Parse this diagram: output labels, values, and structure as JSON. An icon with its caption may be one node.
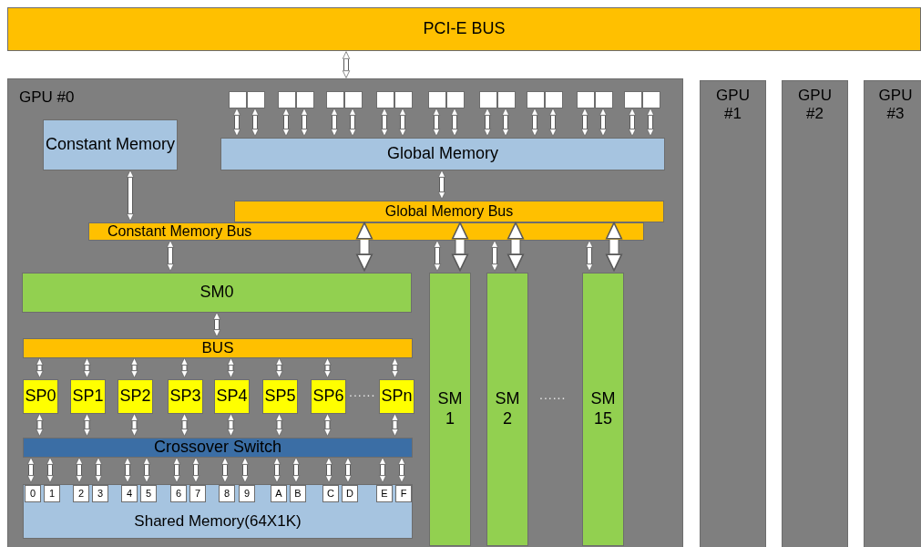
{
  "diagram": {
    "nodes": [
      {
        "text": [
          "PCI-E BUS"
        ]
      },
      {
        "text": [
          "GPU #0"
        ]
      },
      {
        "text": [
          "Constant Memory"
        ],
        "in": 1
      },
      {
        "text": [],
        "shape": "box",
        "in": 1
      },
      {
        "text": [],
        "shape": "box",
        "in": 1
      },
      {
        "text": [],
        "shape": "box",
        "in": 1
      },
      {
        "text": [],
        "shape": "box",
        "in": 1
      },
      {
        "text": [],
        "shape": "box",
        "in": 1
      },
      {
        "text": [],
        "shape": "box",
        "in": 1
      },
      {
        "text": [],
        "shape": "box",
        "in": 1
      },
      {
        "text": [],
        "shape": "box",
        "in": 1
      },
      {
        "text": [],
        "shape": "box",
        "in": 1
      },
      {
        "text": [],
        "shape": "box",
        "in": 1
      },
      {
        "text": [],
        "shape": "box",
        "in": 1
      },
      {
        "text": [],
        "shape": "box",
        "in": 1
      },
      {
        "text": [],
        "shape": "box",
        "in": 1
      },
      {
        "text": [],
        "shape": "box",
        "in": 1
      },
      {
        "text": [],
        "shape": "box",
        "in": 1
      },
      {
        "text": [],
        "shape": "box",
        "in": 1
      },
      {
        "text": [],
        "shape": "box",
        "in": 1
      },
      {
        "text": [],
        "shape": "box",
        "in": 1
      },
      {
        "text": [
          "Global Memory"
        ],
        "in": 1
      },
      {
        "text": [
          "Global Memory Bus"
        ],
        "in": 1
      },
      {
        "text": [
          "Constant Memory Bus"
        ],
        "in": 1
      },
      {
        "text": [
          "SM0"
        ],
        "in": 1
      },
      {
        "text": [
          "BUS"
        ],
        "in": 1
      },
      {
        "text": [
          "SP0"
        ],
        "in": 1
      },
      {
        "text": [
          "SP1"
        ],
        "in": 1
      },
      {
        "text": [
          "SP2"
        ],
        "in": 1
      },
      {
        "text": [
          "SP3"
        ],
        "in": 1
      },
      {
        "text": [
          "SP4"
        ],
        "in": 1
      },
      {
        "text": [
          "SP5"
        ],
        "in": 1
      },
      {
        "text": [
          "SP6"
        ],
        "in": 1
      },
      {
        "text": [
          "SPn"
        ],
        "in": 1
      },
      {
        "text": [
          "Crossover Switch"
        ],
        "in": 1
      },
      {
        "text": [
          "Shared Memory(64X1K)"
        ],
        "in": 1
      },
      {
        "text": [
          "0"
        ],
        "in": 35
      },
      {
        "text": [
          "1"
        ],
        "in": 35
      },
      {
        "text": [
          "2"
        ],
        "in": 35
      },
      {
        "text": [
          "3"
        ],
        "in": 35
      },
      {
        "text": [
          "4"
        ],
        "in": 35
      },
      {
        "text": [
          "5"
        ],
        "in": 35
      },
      {
        "text": [
          "6"
        ],
        "in": 35
      },
      {
        "text": [
          "7"
        ],
        "in": 35
      },
      {
        "text": [
          "8"
        ],
        "in": 35
      },
      {
        "text": [
          "9"
        ],
        "in": 35
      },
      {
        "text": [
          "A"
        ],
        "in": 35
      },
      {
        "text": [
          "B"
        ],
        "in": 35
      },
      {
        "text": [
          "C"
        ],
        "in": 35
      },
      {
        "text": [
          "D"
        ],
        "in": 35
      },
      {
        "text": [
          "E"
        ],
        "in": 35
      },
      {
        "text": [
          "F"
        ],
        "in": 35
      },
      {
        "text": [
          "SM 1"
        ],
        "in": 1
      },
      {
        "text": [
          "SM 2"
        ],
        "in": 1
      },
      {
        "text": [
          "SM 15"
        ],
        "in": 1
      },
      {
        "text": [
          "GPU #1"
        ]
      },
      {
        "text": [
          "GPU #2"
        ]
      },
      {
        "text": [
          "GPU #3"
        ]
      }
    ],
    "edges": [
      {
        "from": 0,
        "to": 1,
        "arrow": "both"
      },
      {
        "from": 3,
        "to": 21,
        "arrow": "both"
      },
      {
        "from": 4,
        "to": 21,
        "arrow": "both"
      },
      {
        "from": 5,
        "to": 21,
        "arrow": "both"
      },
      {
        "from": 6,
        "to": 21,
        "arrow": "both"
      },
      {
        "from": 7,
        "to": 21,
        "arrow": "both"
      },
      {
        "from": 8,
        "to": 21,
        "arrow": "both"
      },
      {
        "from": 9,
        "to": 21,
        "arrow": "both"
      },
      {
        "from": 10,
        "to": 21,
        "arrow": "both"
      },
      {
        "from": 11,
        "to": 21,
        "arrow": "both"
      },
      {
        "from": 12,
        "to": 21,
        "arrow": "both"
      },
      {
        "from": 13,
        "to": 21,
        "arrow": "both"
      },
      {
        "from": 14,
        "to": 21,
        "arrow": "both"
      },
      {
        "from": 15,
        "to": 21,
        "arrow": "both"
      },
      {
        "from": 16,
        "to": 21,
        "arrow": "both"
      },
      {
        "from": 17,
        "to": 21,
        "arrow": "both"
      },
      {
        "from": 18,
        "to": 21,
        "arrow": "both"
      },
      {
        "from": 19,
        "to": 21,
        "arrow": "both"
      },
      {
        "from": 20,
        "to": 21,
        "arrow": "both"
      },
      {
        "from": 21,
        "to": 22,
        "arrow": "both"
      },
      {
        "from": 2,
        "to": 23,
        "arrow": "both"
      },
      {
        "from": 23,
        "to": 24,
        "arrow": "both"
      },
      {
        "from": 22,
        "to": 24,
        "arrow": "both",
        "style": "thick"
      },
      {
        "from": 23,
        "to": 52,
        "arrow": "both"
      },
      {
        "from": 22,
        "to": 52,
        "arrow": "both",
        "style": "thick"
      },
      {
        "from": 23,
        "to": 53,
        "arrow": "both"
      },
      {
        "from": 22,
        "to": 53,
        "arrow": "both",
        "style": "thick"
      },
      {
        "from": 23,
        "to": 54,
        "arrow": "both"
      },
      {
        "from": 22,
        "to": 54,
        "arrow": "both",
        "style": "thick"
      },
      {
        "from": 24,
        "to": 25,
        "arrow": "both"
      },
      {
        "from": 25,
        "to": 26,
        "arrow": "both"
      },
      {
        "from": 25,
        "to": 27,
        "arrow": "both"
      },
      {
        "from": 25,
        "to": 28,
        "arrow": "both"
      },
      {
        "from": 25,
        "to": 29,
        "arrow": "both"
      },
      {
        "from": 25,
        "to": 30,
        "arrow": "both"
      },
      {
        "from": 25,
        "to": 31,
        "arrow": "both"
      },
      {
        "from": 25,
        "to": 32,
        "arrow": "both"
      },
      {
        "from": 25,
        "to": 33,
        "arrow": "both"
      },
      {
        "from": 26,
        "to": 34,
        "arrow": "both"
      },
      {
        "from": 27,
        "to": 34,
        "arrow": "both"
      },
      {
        "from": 28,
        "to": 34,
        "arrow": "both"
      },
      {
        "from": 29,
        "to": 34,
        "arrow": "both"
      },
      {
        "from": 30,
        "to": 34,
        "arrow": "both"
      },
      {
        "from": 31,
        "to": 34,
        "arrow": "both"
      },
      {
        "from": 32,
        "to": 34,
        "arrow": "both"
      },
      {
        "from": 33,
        "to": 34,
        "arrow": "both"
      },
      {
        "from": 34,
        "to": 36,
        "arrow": "both"
      },
      {
        "from": 34,
        "to": 37,
        "arrow": "both"
      },
      {
        "from": 34,
        "to": 38,
        "arrow": "both"
      },
      {
        "from": 34,
        "to": 39,
        "arrow": "both"
      },
      {
        "from": 34,
        "to": 40,
        "arrow": "both"
      },
      {
        "from": 34,
        "to": 41,
        "arrow": "both"
      },
      {
        "from": 34,
        "to": 42,
        "arrow": "both"
      },
      {
        "from": 34,
        "to": 43,
        "arrow": "both"
      },
      {
        "from": 34,
        "to": 44,
        "arrow": "both"
      },
      {
        "from": 34,
        "to": 45,
        "arrow": "both"
      },
      {
        "from": 34,
        "to": 46,
        "arrow": "both"
      },
      {
        "from": 34,
        "to": 47,
        "arrow": "both"
      },
      {
        "from": 34,
        "to": 48,
        "arrow": "both"
      },
      {
        "from": 34,
        "to": 49,
        "arrow": "both"
      },
      {
        "from": 34,
        "to": 50,
        "arrow": "both"
      },
      {
        "from": 34,
        "to": 51,
        "arrow": "both"
      }
    ],
    "labels": [
      "......",
      "......"
    ]
  }
}
